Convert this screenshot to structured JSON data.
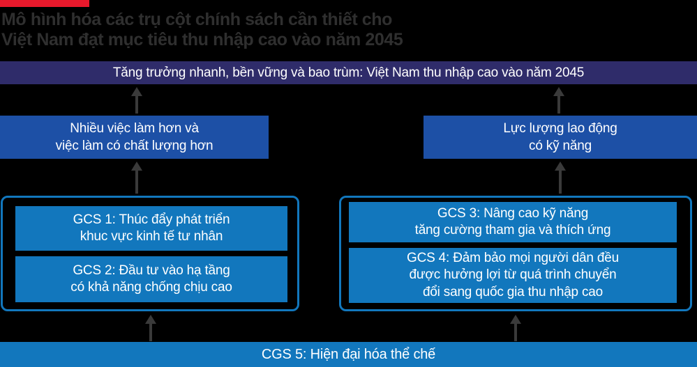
{
  "figure": {
    "background": "#000000",
    "accent_bar_color": "#e8192c",
    "arrow_color": "#3a3a3a",
    "title": {
      "line1": "Mô hình hóa các trụ cột chính sách cần thiết cho",
      "line2": "Việt Nam đạt mục tiêu thu nhập cao vào năm 2045",
      "color": "#2f2f2f"
    },
    "goal_banner": {
      "text": "Tăng trưởng nhanh, bền vững và bao trùm: Việt Nam thu nhập cao vào năm 2045",
      "background": "#2f2c6a",
      "text_color": "#ffffff"
    },
    "outcomes": {
      "background": "#1d50a6",
      "text_color": "#ffffff",
      "left": {
        "line1": "Nhiều việc làm hơn và",
        "line2": "việc làm có chất lượng hơn"
      },
      "right": {
        "line1": "Lực lượng lao động",
        "line2": "có kỹ năng"
      }
    },
    "pillars": {
      "box_background": "#1277bd",
      "group_border_color": "#1277bd",
      "text_color": "#ffffff",
      "left_group": {
        "gcs1": {
          "line1": "GCS 1: Thúc đẩy phát triển",
          "line2": "khuc vực kinh tế tư nhân"
        },
        "gcs2": {
          "line1": "GCS 2: Đầu tư vào hạ tầng",
          "line2": "có khả năng chống chịu cao"
        }
      },
      "right_group": {
        "gcs3": {
          "line1": "GCS 3: Nâng cao kỹ năng",
          "line2": "tăng cường tham gia và thích ứng"
        },
        "gcs4": {
          "line1": "GCS 4: Đảm bảo mọi người dân đều",
          "line2": "được hưởng lợi từ quá trình chuyển",
          "line3": "đổi sang quốc gia thu nhập cao"
        }
      }
    },
    "foundation": {
      "text": "CGS 5: Hiện đại hóa thể chế",
      "background": "#1277bd",
      "text_color": "#ffffff"
    }
  }
}
